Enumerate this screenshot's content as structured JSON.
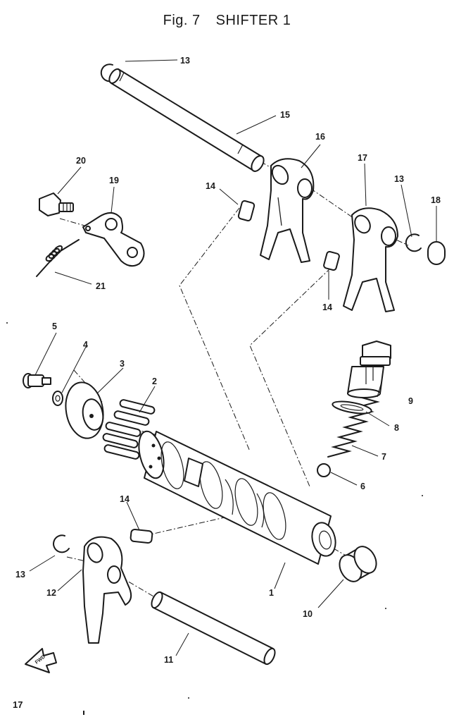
{
  "header": {
    "fig": "Fig. 7",
    "title": "SHIFTER 1"
  },
  "page_number": "17",
  "fwd_label": "FWD",
  "callouts": {
    "c1": "1",
    "c2": "2",
    "c3": "3",
    "c4": "4",
    "c5": "5",
    "c6": "6",
    "c7": "7",
    "c8": "8",
    "c9": "9",
    "c10": "10",
    "c11": "11",
    "c12": "12",
    "c13a": "13",
    "c13b": "13",
    "c13c": "13",
    "c14a": "14",
    "c14b": "14",
    "c14c": "14",
    "c15": "15",
    "c16": "16",
    "c17": "17",
    "c18": "18",
    "c19": "19",
    "c20": "20",
    "c21": "21"
  },
  "colors": {
    "ink": "#1a1a1a",
    "paper": "#ffffff"
  }
}
